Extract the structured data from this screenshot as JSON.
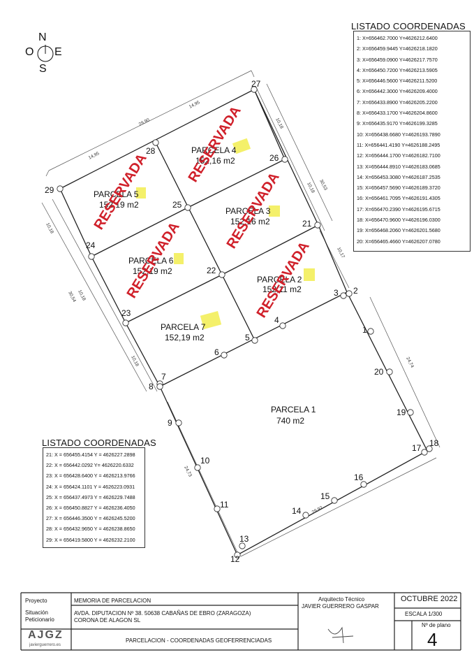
{
  "compass": {
    "n": "N",
    "s": "S",
    "e": "E",
    "w": "O"
  },
  "parcels": [
    {
      "id": "p1",
      "name": "PARCELA 1",
      "area": "740 m2",
      "reserved": false
    },
    {
      "id": "p2",
      "name": "PARCELA 2",
      "area": "152,11 m2",
      "reserved": true
    },
    {
      "id": "p3",
      "name": "PARCELA 3",
      "area": "152,16 m2",
      "reserved": true
    },
    {
      "id": "p4",
      "name": "PARCELA 4",
      "area": "152,16 m2",
      "reserved": true
    },
    {
      "id": "p5",
      "name": "PARCELA 5",
      "area": "152,19 m2",
      "reserved": true
    },
    {
      "id": "p6",
      "name": "PARCELA 6",
      "area": "152,19 m2",
      "reserved": true
    },
    {
      "id": "p7",
      "name": "PARCELA 7",
      "area": "152,19 m2",
      "reserved": false
    }
  ],
  "reserved_label": "RESERVADA",
  "points": [
    "1",
    "2",
    "3",
    "4",
    "5",
    "6",
    "7",
    "8",
    "9",
    "10",
    "11",
    "12",
    "13",
    "14",
    "15",
    "16",
    "17",
    "18",
    "19",
    "20",
    "21",
    "22",
    "23",
    "24",
    "25",
    "26",
    "27",
    "28",
    "29"
  ],
  "dimensions": [
    "29,90",
    "14,95",
    "14,95",
    "10,18",
    "30,53",
    "10,18",
    "10,17",
    "24,74",
    "29,92",
    "24,73",
    "30,54",
    "10,18",
    "10,18",
    "10,18"
  ],
  "coords_right": {
    "title": "LISTADO COORDENADAS",
    "rows": [
      "1: X=656462.7000 Y=4626212.6400",
      "2: X=656459.9445 Y=4626218.1820",
      "3: X=656459.0900 Y=4626217.7570",
      "4: X=656450.7200 Y=4626213.5905",
      "5: X=656446.5600 Y=4626211.5200",
      "6: X=656442.3000 Y=4626209.4000",
      "7: X=656433.8900 Y=4626205.2200",
      "8: X=656433.1700 Y=4626204.8600",
      "9: X=656435.9170 Y=4626199.3285",
      "10: X=656438.6680 Y=4626193.7890",
      "11: X=656441.4190 Y=4626188.2495",
      "12: X=656444.1700 Y=4626182.7100",
      "13: X=656444.8910 Y=4626183.0685",
      "14: X=656453.3080 Y=4626187.2535",
      "15: X=656457.5690 Y=4626189.3720",
      "16: X=656461.7095 Y=4626191.4305",
      "17: X=656470.2390 Y=4626195.6715",
      "18: X=656470.9600 Y=4626196.0300",
      "19: X=656468.2060 Y=4626201.5680",
      "20: X=656465.4660 Y=4626207.0780"
    ]
  },
  "coords_left": {
    "title": "LISTADO COORDENADAS",
    "rows": [
      "21: X = 656455.4154 Y = 4626227.2898",
      "22: X = 656442.0292 Y= 4626220.6332",
      "23: X = 656428.6400 Y = 4626213.9766",
      "24: X = 656424.1101 Y = 4626223.0931",
      "25: X = 656437.4973 Y = 4626229.7488",
      "26: X = 656450.8827 Y = 4626236.4050",
      "27: X = 656446.3500  Y = 4626245.5200",
      "28: X = 656432.9650 Y = 4626238.8650",
      "29: X = 656419.5800 Y = 4626232.2100"
    ]
  },
  "title_block": {
    "proyecto_label": "Proyecto",
    "proyecto": "MEMORIA DE PARCELACION",
    "situacion_label": "Situación",
    "situacion": "AVDA. DIPUTACION Nº 38. 50638 CABAÑAS DE EBRO (ZARAGOZA)",
    "peticionario_label": "Peticionario",
    "peticionario": "CORONA DE ALAGON SL",
    "plano_title": "PARCELACION - COORDENADAS GEOFERRENCIADAS",
    "arquitecto_label": "Arquitecto Técnico",
    "arquitecto": "JAVIER GUERRERO GASPAR",
    "fecha": "OCTUBRE 2022",
    "escala": "ESCALA 1/300",
    "plano_label": "Nº de plano",
    "plano_num": "4",
    "logo_text": "AJGZ",
    "logo_sub": "javierguerrero.es"
  },
  "colors": {
    "reserved": "#d0202a",
    "highlight": "#f4f06a",
    "line": "#222222"
  }
}
